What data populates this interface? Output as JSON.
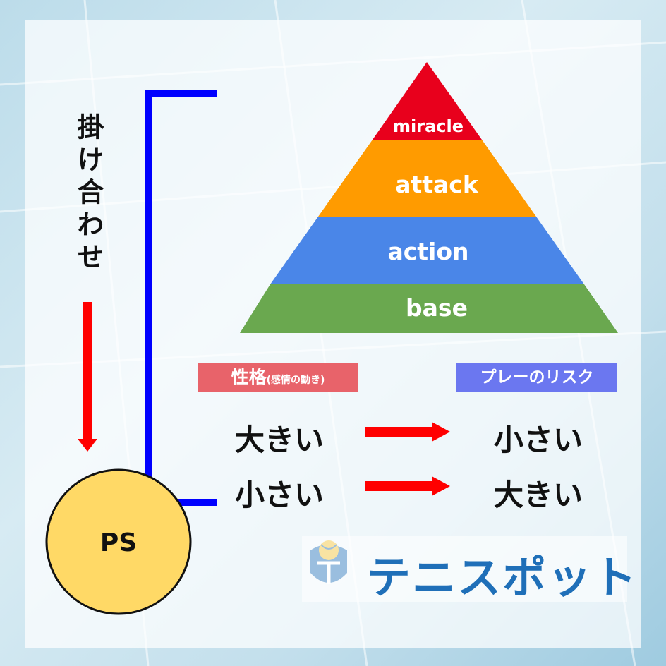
{
  "pyramid": {
    "levels": [
      {
        "label": "miracle",
        "color": "#e8001c"
      },
      {
        "label": "attack",
        "color": "#ff9b00"
      },
      {
        "label": "action",
        "color": "#4a86e8"
      },
      {
        "label": "base",
        "color": "#6aa84f"
      }
    ]
  },
  "left": {
    "vertical_label": "掛け合わせ",
    "circle_label": "PS",
    "circle_color": "#ffd966",
    "bracket_color": "#0000ff",
    "arrow_color": "#ff0000"
  },
  "table": {
    "personality_label": "性格",
    "personality_sub": "(感情の動き)",
    "personality_color": "#e8636a",
    "risk_label": "プレーのリスク",
    "risk_color": "#6b77f0",
    "rows": [
      {
        "left": "大きい",
        "right": "小さい"
      },
      {
        "left": "小さい",
        "right": "大きい"
      }
    ]
  },
  "logo": {
    "text": "テニスポット",
    "icon": "tennis-ball-shield-icon",
    "color": "#1f6fb8"
  }
}
